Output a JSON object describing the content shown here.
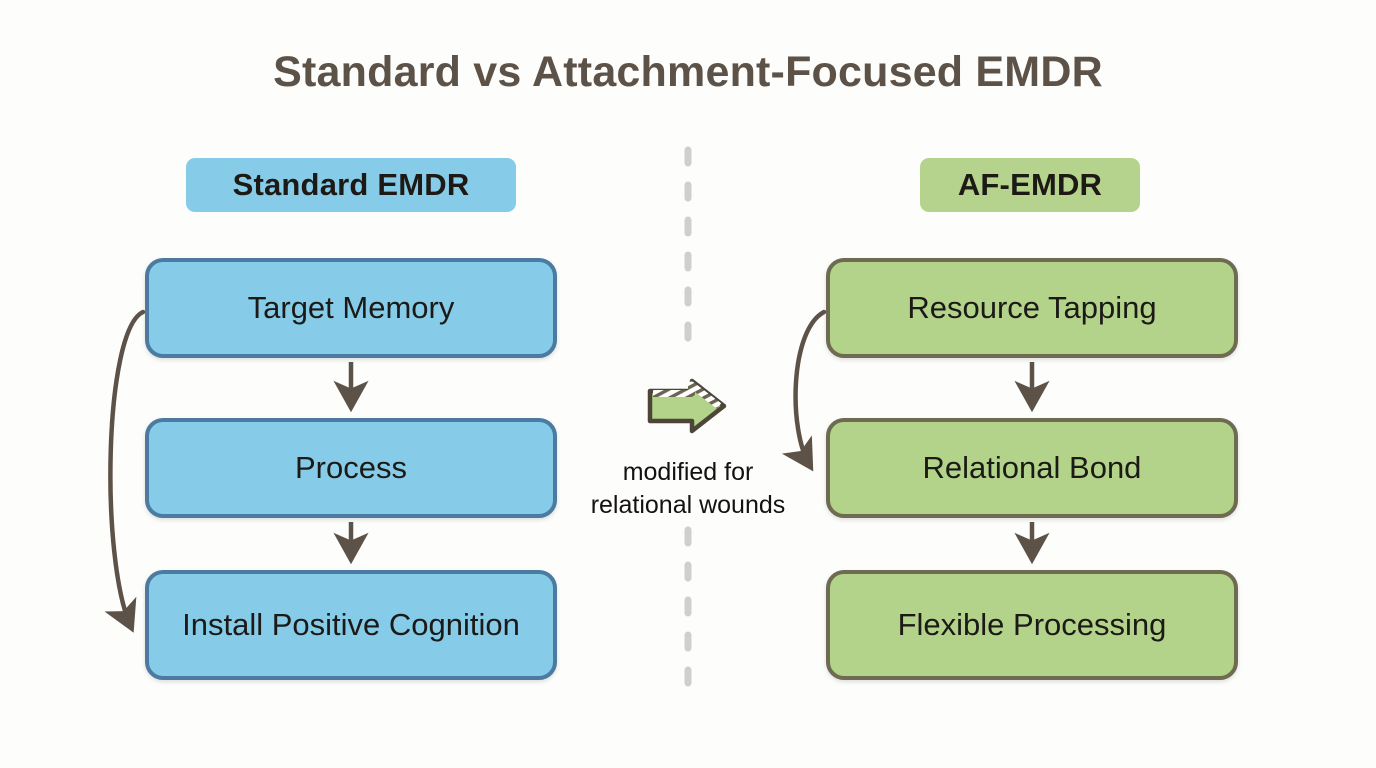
{
  "title": "Standard vs Attachment-Focused EMDR",
  "colors": {
    "background": "#fdfdfc",
    "title_text": "#5d5248",
    "blue_fill": "#86cbe8",
    "blue_border": "#4b7ba0",
    "green_fill": "#b3d38a",
    "green_border": "#6e6b51",
    "pill_green_fill": "#b6d38d",
    "arrow_stroke": "#5d5248",
    "divider": "#cccccc",
    "box_text": "#1b1a17"
  },
  "left_column": {
    "header": "Standard EMDR",
    "boxes": [
      {
        "label": "Target Memory"
      },
      {
        "label": "Process"
      },
      {
        "label": "Install Positive Cognition"
      }
    ],
    "arrows": [
      {
        "name": "target-to-process",
        "type": "straight-down"
      },
      {
        "name": "process-to-install",
        "type": "straight-down"
      },
      {
        "name": "target-to-install-loop",
        "type": "curved-left-feedback"
      }
    ]
  },
  "right_column": {
    "header": "AF-EMDR",
    "boxes": [
      {
        "label": "Resource Tapping"
      },
      {
        "label": "Relational Bond"
      },
      {
        "label": "Flexible Processing"
      }
    ],
    "arrows": [
      {
        "name": "resource-to-bond",
        "type": "straight-down"
      },
      {
        "name": "bond-to-flexible",
        "type": "straight-down"
      },
      {
        "name": "resource-to-bond-loop",
        "type": "curved-left-feedback"
      }
    ]
  },
  "center": {
    "arrow_icon": "block-arrow-right-icon",
    "caption_line_1": "modified for",
    "caption_line_2": "relational wounds",
    "caption": "modified for relational wounds"
  },
  "divider": {
    "name": "vertical-dashed-divider",
    "style": "dashed",
    "orientation": "vertical"
  }
}
